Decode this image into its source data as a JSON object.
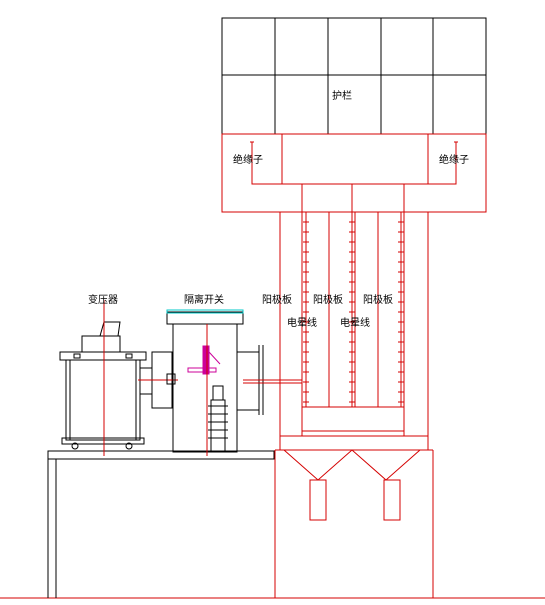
{
  "labels": {
    "guardrail": "护栏",
    "insulator_left": "绝缘子",
    "insulator_right": "绝缘子",
    "transformer": "变压器",
    "isolating_switch": "隔离开关",
    "anode_plate_1": "阳极板",
    "anode_plate_2": "阳极板",
    "anode_plate_3": "阳极板",
    "corona_wire_1": "电晕线",
    "corona_wire_2": "电晕线"
  },
  "colors": {
    "line_dark": "#000000",
    "line_red": "#d40000",
    "cyan": "#00c8c8",
    "magenta": "#cc0099"
  }
}
